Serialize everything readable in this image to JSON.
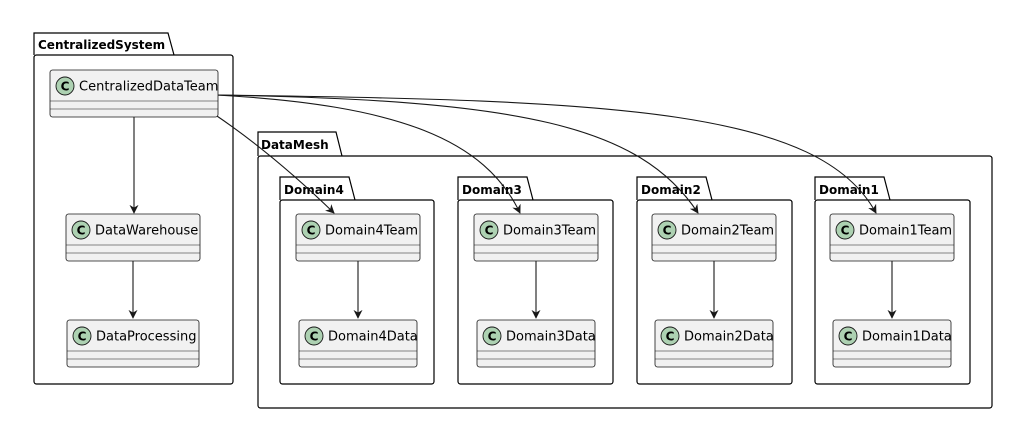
{
  "colors": {
    "class_fill": "#f1f1f1",
    "class_stroke": "#181818",
    "class_icon_fill": "#add1b2",
    "package_stroke": "#000000",
    "edge": "#181818"
  },
  "icon_name": "class-c-icon",
  "packages": {
    "centralized": "CentralizedSystem",
    "datamesh": "DataMesh",
    "domain4": "Domain4",
    "domain3": "Domain3",
    "domain2": "Domain2",
    "domain1": "Domain1"
  },
  "classes": {
    "centralized_data_team": "CentralizedDataTeam",
    "data_warehouse": "DataWarehouse",
    "data_processing": "DataProcessing",
    "domain4_team": "Domain4Team",
    "domain4_data": "Domain4Data",
    "domain3_team": "Domain3Team",
    "domain3_data": "Domain3Data",
    "domain2_team": "Domain2Team",
    "domain2_data": "Domain2Data",
    "domain1_team": "Domain1Team",
    "domain1_data": "Domain1Data"
  },
  "class_icon_letter": "C",
  "relations": [
    {
      "from": "CentralizedDataTeam",
      "to": "DataWarehouse"
    },
    {
      "from": "DataWarehouse",
      "to": "DataProcessing"
    },
    {
      "from": "CentralizedDataTeam",
      "to": "Domain4Team"
    },
    {
      "from": "CentralizedDataTeam",
      "to": "Domain3Team"
    },
    {
      "from": "CentralizedDataTeam",
      "to": "Domain2Team"
    },
    {
      "from": "CentralizedDataTeam",
      "to": "Domain1Team"
    },
    {
      "from": "Domain4Team",
      "to": "Domain4Data"
    },
    {
      "from": "Domain3Team",
      "to": "Domain3Data"
    },
    {
      "from": "Domain2Team",
      "to": "Domain2Data"
    },
    {
      "from": "Domain1Team",
      "to": "Domain1Data"
    }
  ]
}
